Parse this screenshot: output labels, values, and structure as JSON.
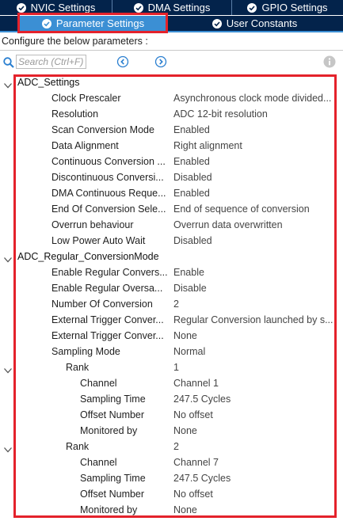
{
  "tabs": {
    "top": [
      {
        "label": "NVIC Settings",
        "icon": "check-circle-icon"
      },
      {
        "label": "DMA Settings",
        "icon": "check-circle-icon"
      },
      {
        "label": "GPIO Settings",
        "icon": "check-circle-icon"
      }
    ],
    "bottom": [
      {
        "label": "Parameter Settings",
        "icon": "check-circle-icon",
        "active": true
      },
      {
        "label": "User Constants",
        "icon": "check-circle-icon",
        "active": false
      }
    ]
  },
  "colors": {
    "tab_bg": "#03234b",
    "tab_active_bg": "#3b8fd4",
    "highlight_red": "#e4222b",
    "nav_blue": "#2a7fd0"
  },
  "config_label": "Configure the below parameters :",
  "search": {
    "placeholder": "Search (Ctrl+F)",
    "value": ""
  },
  "groups": {
    "adc_settings": {
      "title": "ADC_Settings",
      "params": [
        {
          "name": "Clock Prescaler",
          "value": "Asynchronous clock mode divided..."
        },
        {
          "name": "Resolution",
          "value": "ADC 12-bit resolution"
        },
        {
          "name": "Scan Conversion Mode",
          "value": "Enabled"
        },
        {
          "name": "Data Alignment",
          "value": "Right alignment"
        },
        {
          "name": "Continuous Conversion ...",
          "value": "Enabled"
        },
        {
          "name": "Discontinuous Conversi...",
          "value": "Disabled"
        },
        {
          "name": "DMA Continuous Reque...",
          "value": "Enabled"
        },
        {
          "name": "End Of Conversion Sele...",
          "value": "End of sequence of conversion"
        },
        {
          "name": "Overrun behaviour",
          "value": "Overrun data overwritten"
        },
        {
          "name": "Low Power Auto Wait",
          "value": "Disabled"
        }
      ]
    },
    "adc_regular": {
      "title": "ADC_Regular_ConversionMode",
      "params": [
        {
          "name": "Enable Regular Convers...",
          "value": "Enable"
        },
        {
          "name": "Enable Regular Oversa...",
          "value": "Disable"
        },
        {
          "name": "Number Of Conversion",
          "value": "2"
        },
        {
          "name": "External Trigger Conver...",
          "value": "Regular Conversion launched by s..."
        },
        {
          "name": "External Trigger Conver...",
          "value": "None"
        },
        {
          "name": "Sampling Mode",
          "value": "Normal"
        }
      ],
      "ranks": [
        {
          "label": "Rank",
          "value": "1",
          "fields": [
            {
              "name": "Channel",
              "value": "Channel 1"
            },
            {
              "name": "Sampling Time",
              "value": "247.5 Cycles"
            },
            {
              "name": "Offset Number",
              "value": "No offset"
            },
            {
              "name": "Monitored by",
              "value": "None"
            }
          ]
        },
        {
          "label": "Rank",
          "value": "2",
          "fields": [
            {
              "name": "Channel",
              "value": "Channel 7"
            },
            {
              "name": "Sampling Time",
              "value": "247.5 Cycles"
            },
            {
              "name": "Offset Number",
              "value": "No offset"
            },
            {
              "name": "Monitored by",
              "value": "None"
            }
          ]
        }
      ]
    }
  }
}
